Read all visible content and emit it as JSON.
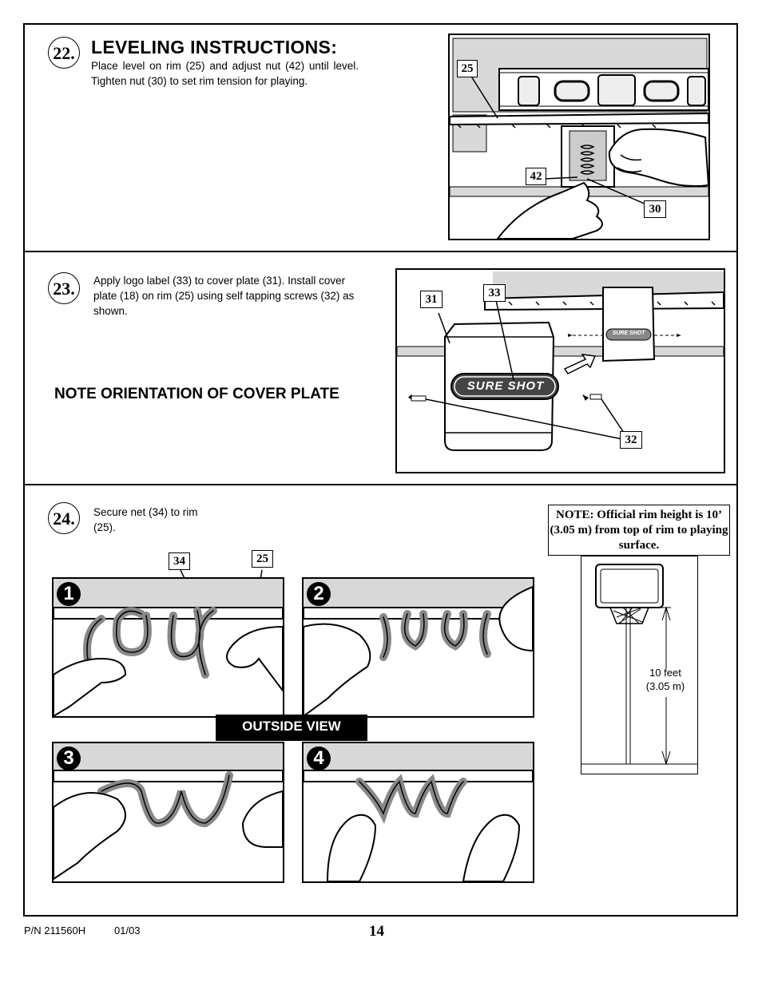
{
  "step22": {
    "number": "22.",
    "title": "LEVELING INSTRUCTIONS:",
    "text": "Place level on rim (25) and adjust nut (42) until level. Tighten nut (30) to set rim tension for playing.",
    "callouts": {
      "rim": "25",
      "adjust_nut": "42",
      "tension_nut": "30"
    }
  },
  "step23": {
    "number": "23.",
    "text": "Apply logo label (33) to cover plate (31). Install cover plate (18) on rim (25) using self tapping screws (32) as shown.",
    "note": "NOTE ORIENTATION OF COVER PLATE",
    "callouts": {
      "cover_plate": "31",
      "logo_label": "33",
      "screws": "32"
    },
    "logo_text": "SURE SHOT",
    "logo_text_small": "SURE SHOT"
  },
  "step24": {
    "number": "24.",
    "text": "Secure net (34) to rim (25).",
    "callouts": {
      "net": "34",
      "rim": "25"
    },
    "panels": [
      "1",
      "2",
      "3",
      "4"
    ],
    "view_label": "OUTSIDE VIEW",
    "rim_note": "NOTE: Official rim height is 10’ (3.05 m) from top of rim to playing surface.",
    "height_label_1": "10 feet",
    "height_label_2": "(3.05 m)"
  },
  "footer": {
    "part_number": "P/N 211560H",
    "date": "01/03",
    "page": "14"
  }
}
